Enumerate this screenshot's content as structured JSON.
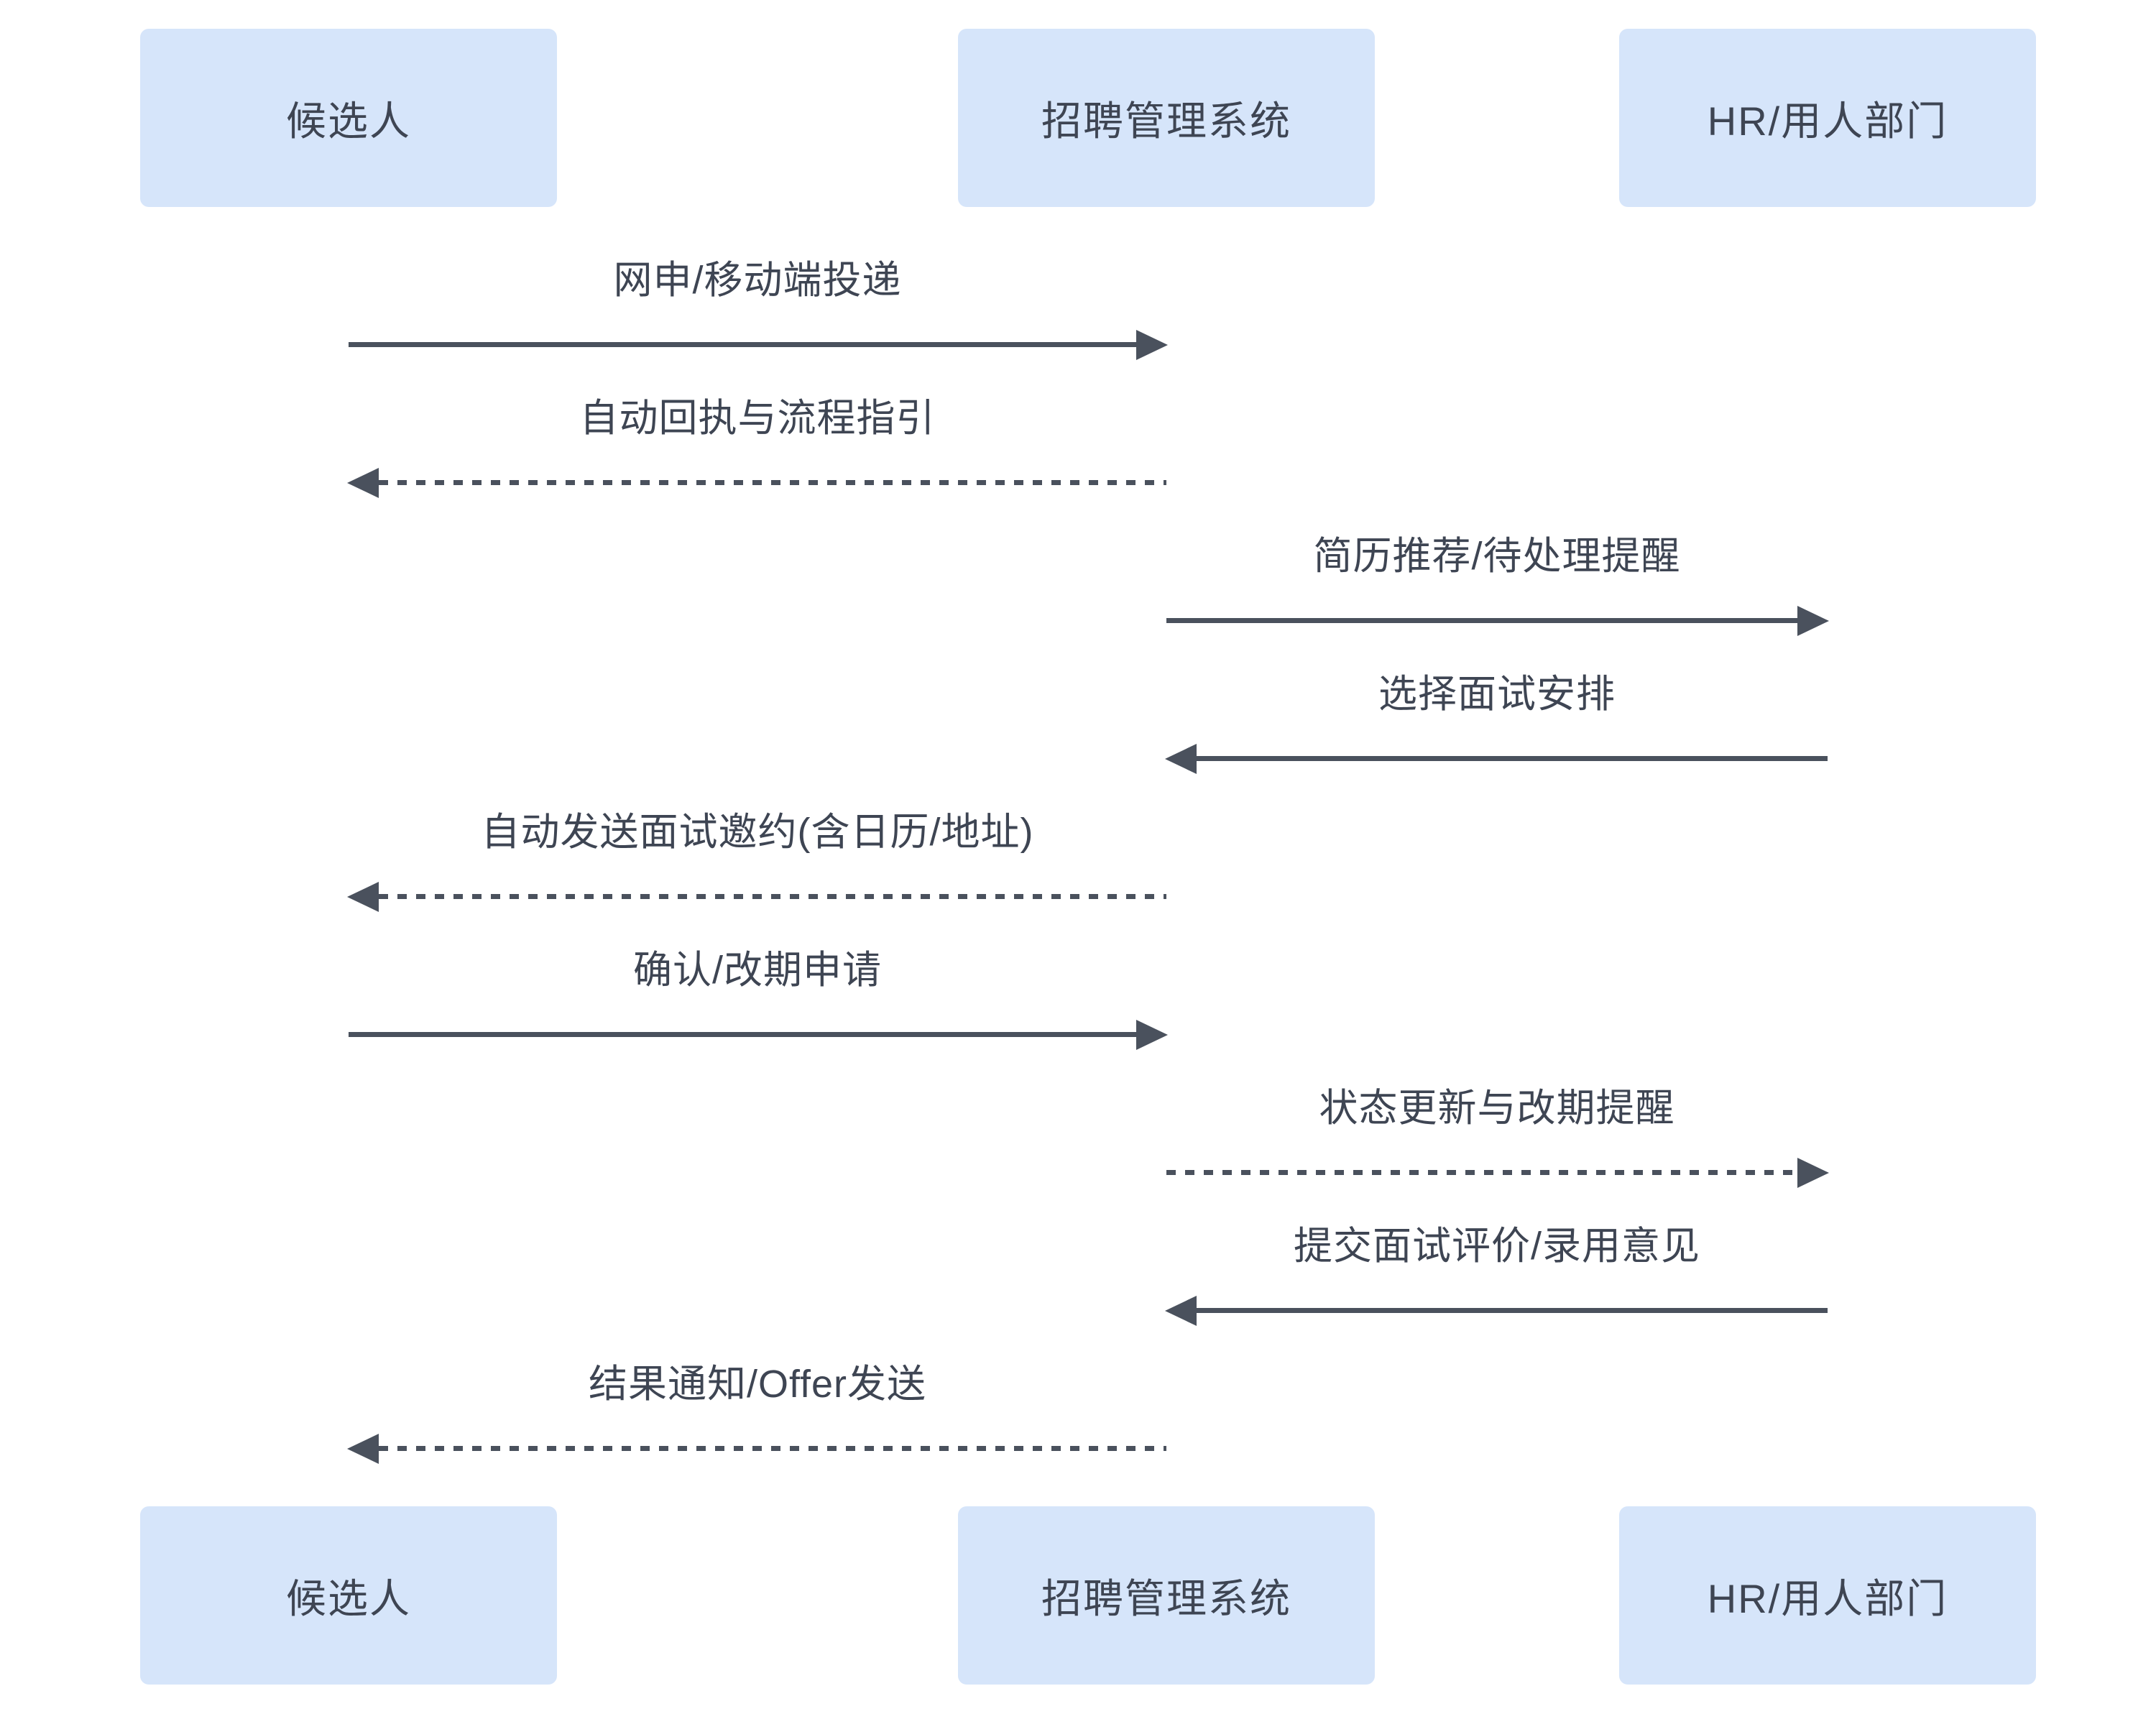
{
  "diagram_type": "sequence-diagram",
  "colors": {
    "actor_fill": "#d6e5fa",
    "arrow_line": "#4a515d",
    "text": "#3e4553",
    "background": "#ffffff"
  },
  "actors": [
    {
      "id": "candidate",
      "label": "候选人"
    },
    {
      "id": "system",
      "label": "招聘管理系统"
    },
    {
      "id": "hr",
      "label": "HR/用人部门"
    }
  ],
  "messages": [
    {
      "from": "候选人",
      "to": "招聘管理系统",
      "label": "网申/移动端投递",
      "line": "solid",
      "direction": "right"
    },
    {
      "from": "招聘管理系统",
      "to": "候选人",
      "label": "自动回执与流程指引",
      "line": "dashed",
      "direction": "left"
    },
    {
      "from": "招聘管理系统",
      "to": "HR/用人部门",
      "label": "简历推荐/待处理提醒",
      "line": "solid",
      "direction": "right"
    },
    {
      "from": "HR/用人部门",
      "to": "招聘管理系统",
      "label": "选择面试安排",
      "line": "solid",
      "direction": "left"
    },
    {
      "from": "招聘管理系统",
      "to": "候选人",
      "label": "自动发送面试邀约(含日历/地址)",
      "line": "dashed",
      "direction": "left"
    },
    {
      "from": "候选人",
      "to": "招聘管理系统",
      "label": "确认/改期申请",
      "line": "solid",
      "direction": "right"
    },
    {
      "from": "招聘管理系统",
      "to": "HR/用人部门",
      "label": "状态更新与改期提醒",
      "line": "dashed",
      "direction": "right"
    },
    {
      "from": "HR/用人部门",
      "to": "招聘管理系统",
      "label": "提交面试评价/录用意见",
      "line": "solid",
      "direction": "left"
    },
    {
      "from": "招聘管理系统",
      "to": "候选人",
      "label": "结果通知/Offer发送",
      "line": "dashed",
      "direction": "left"
    }
  ]
}
